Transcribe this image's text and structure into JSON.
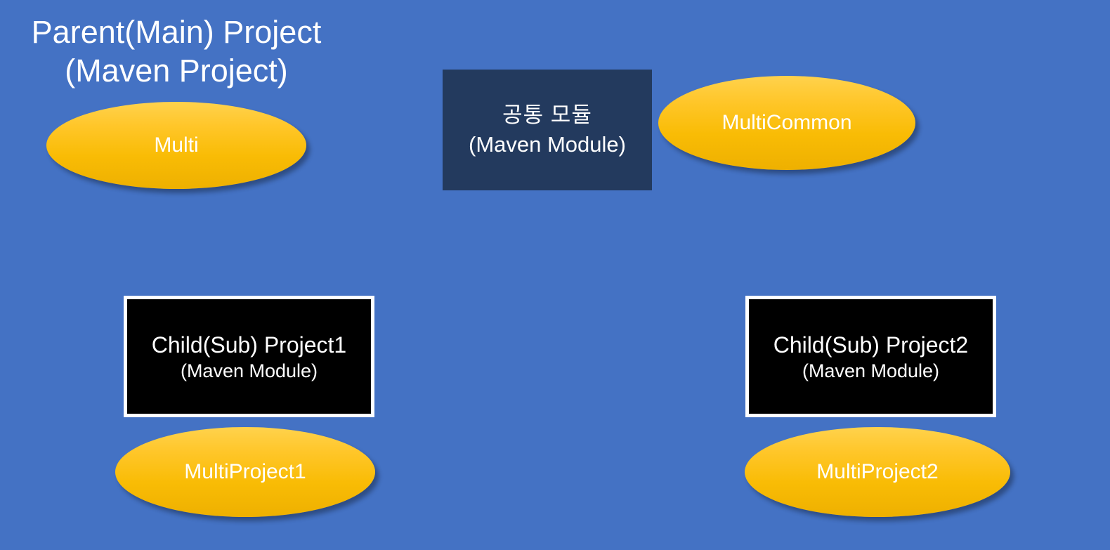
{
  "slide": {
    "background_color": "#4472C4",
    "title": {
      "line1": "Parent(Main) Project",
      "line2": "(Maven Project)"
    }
  },
  "colors": {
    "background_blue": "#4472C4",
    "navy_box": "#233A5E",
    "ellipse_yellow_top": "#FFD24D",
    "ellipse_yellow_bottom": "#EEB000",
    "black_box": "#000000",
    "box_border": "#FFFFFF",
    "text_white": "#FFFFFF"
  },
  "nodes": {
    "parent_project_ellipse": {
      "label": "Multi"
    },
    "common_module_box": {
      "line1": "공통 모듈",
      "line2": "(Maven Module)"
    },
    "common_module_ellipse": {
      "label": "MultiCommon"
    },
    "child_project1_box": {
      "line1": "Child(Sub) Project1",
      "line2": "(Maven Module)"
    },
    "child_project1_ellipse": {
      "label": "MultiProject1"
    },
    "child_project2_box": {
      "line1": "Child(Sub) Project2",
      "line2": "(Maven Module)"
    },
    "child_project2_ellipse": {
      "label": "MultiProject2"
    }
  }
}
